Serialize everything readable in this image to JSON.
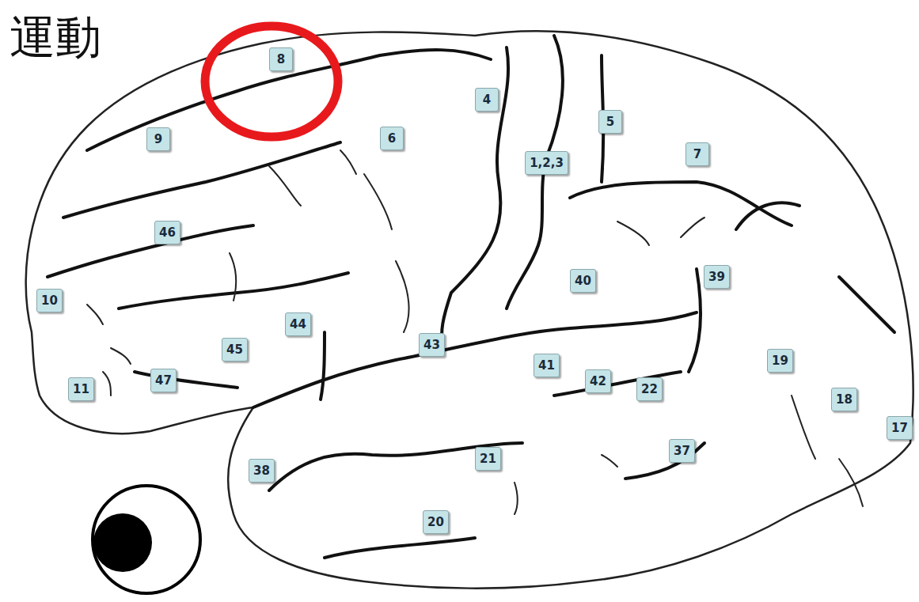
{
  "diagram": {
    "nodes": [
      {
        "text": [
          "8"
        ]
      },
      {
        "text": [
          "4"
        ]
      },
      {
        "text": [
          "9"
        ]
      },
      {
        "text": [
          "6"
        ]
      },
      {
        "text": [
          "5"
        ]
      },
      {
        "text": [
          "1,2,3"
        ]
      },
      {
        "text": [
          "7"
        ]
      },
      {
        "text": [
          "46"
        ]
      },
      {
        "text": [
          "40"
        ]
      },
      {
        "text": [
          "39"
        ]
      },
      {
        "text": [
          "10"
        ]
      },
      {
        "text": [
          "44"
        ]
      },
      {
        "text": [
          "45"
        ]
      },
      {
        "text": [
          "43"
        ]
      },
      {
        "text": [
          "41"
        ]
      },
      {
        "text": [
          "19"
        ]
      },
      {
        "text": [
          "42"
        ]
      },
      {
        "text": [
          "22"
        ]
      },
      {
        "text": [
          "11"
        ]
      },
      {
        "text": [
          "47"
        ]
      },
      {
        "text": [
          "18"
        ]
      },
      {
        "text": [
          "17"
        ]
      },
      {
        "text": [
          "38"
        ]
      },
      {
        "text": [
          "21"
        ]
      },
      {
        "text": [
          "37"
        ]
      },
      {
        "text": [
          "20"
        ]
      }
    ],
    "labels": [
      "運動"
    ]
  }
}
